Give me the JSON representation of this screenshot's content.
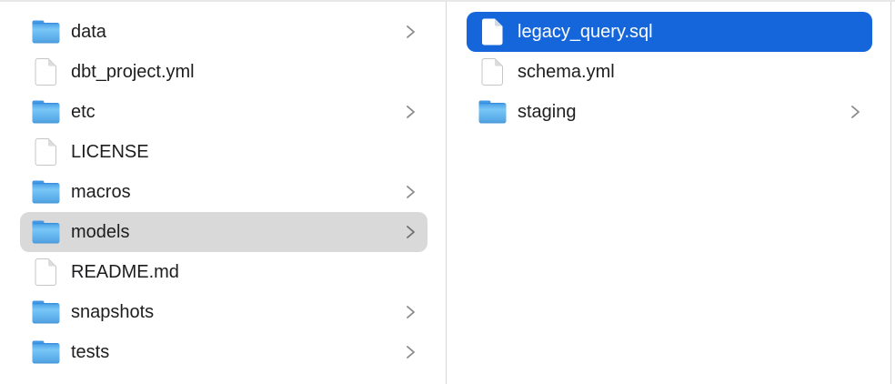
{
  "window": {
    "view": "finder-column-view"
  },
  "colors": {
    "selection_active": "#1566da",
    "selection_inactive": "#dad9d9",
    "divider": "#d8d8d8",
    "text": "#1d1d1f",
    "text_selected": "#ffffff",
    "folder_blue": "#5fb2ee",
    "chevron": "#8a8a8a"
  },
  "columns": [
    {
      "name": "parent-folder-column",
      "items": [
        {
          "label": "data",
          "icon": "blue-folder-icon",
          "has_chevron": true,
          "selected": "none"
        },
        {
          "label": "dbt_project.yml",
          "icon": "document-icon",
          "has_chevron": false,
          "selected": "none"
        },
        {
          "label": "etc",
          "icon": "blue-folder-icon",
          "has_chevron": true,
          "selected": "none"
        },
        {
          "label": "LICENSE",
          "icon": "document-icon",
          "has_chevron": false,
          "selected": "none"
        },
        {
          "label": "macros",
          "icon": "blue-folder-icon",
          "has_chevron": true,
          "selected": "none"
        },
        {
          "label": "models",
          "icon": "blue-folder-icon",
          "has_chevron": true,
          "selected": "inactive"
        },
        {
          "label": "README.md",
          "icon": "document-icon",
          "has_chevron": false,
          "selected": "none"
        },
        {
          "label": "snapshots",
          "icon": "blue-folder-icon",
          "has_chevron": true,
          "selected": "none"
        },
        {
          "label": "tests",
          "icon": "blue-folder-icon",
          "has_chevron": true,
          "selected": "none"
        }
      ]
    },
    {
      "name": "models-folder-column",
      "items": [
        {
          "label": "legacy_query.sql",
          "icon": "document-icon",
          "has_chevron": false,
          "selected": "active"
        },
        {
          "label": "schema.yml",
          "icon": "document-icon",
          "has_chevron": false,
          "selected": "none"
        },
        {
          "label": "staging",
          "icon": "blue-folder-icon",
          "has_chevron": true,
          "selected": "none"
        }
      ]
    }
  ]
}
